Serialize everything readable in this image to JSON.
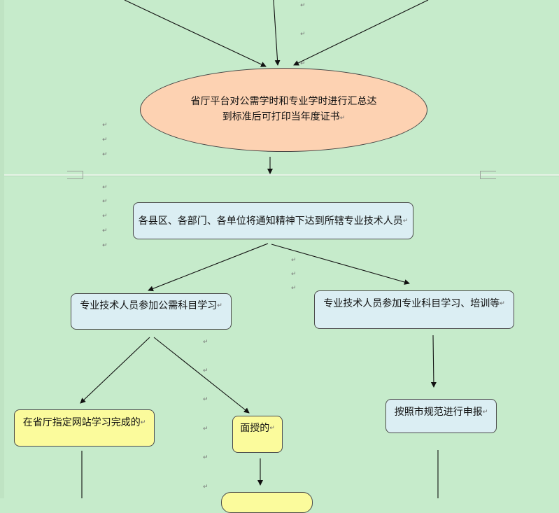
{
  "nodes": {
    "ellipse_line1": "省厅平台对公需学时和专业学时进行汇总达",
    "ellipse_line2": "到标准后可打印当年度证书",
    "notify": "各县区、各部门、各单位将通知精神下达到所辖专业技术人员",
    "public_study": "专业技术人员参加公需科目学习",
    "professional_study": "专业技术人员参加专业科目学习、培训等",
    "online_complete": "在省厅指定网站学习完成的",
    "face_to_face": "面授的",
    "city_report": "按照市规范进行申报"
  },
  "marks": {
    "return": "↵"
  }
}
